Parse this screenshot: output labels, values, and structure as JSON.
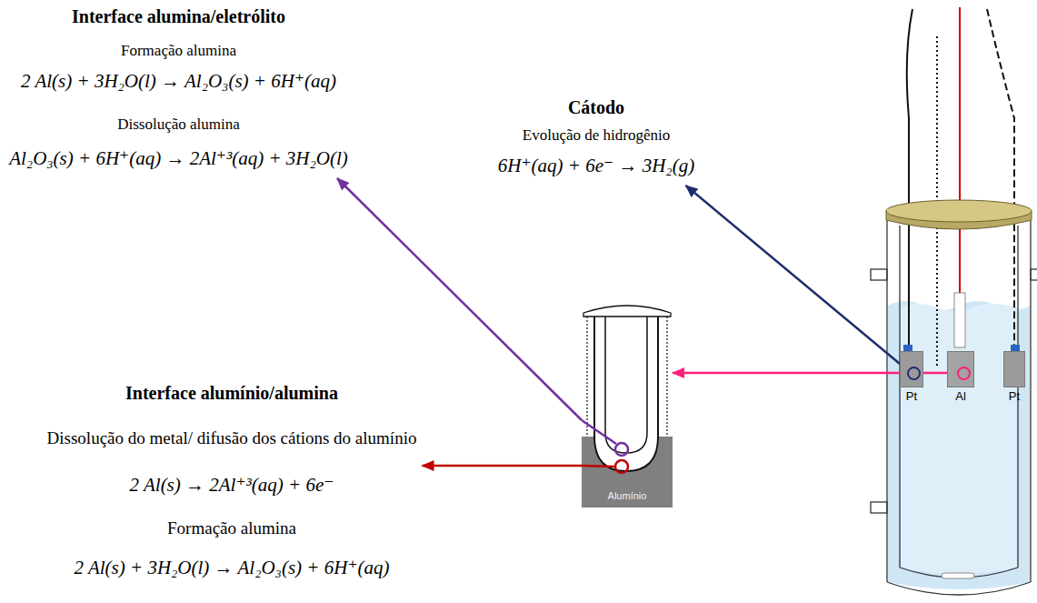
{
  "diagram": {
    "nodes": [
      {
        "text": [
          "Interface alumina/eletrólito",
          "Formação alumina",
          "2 Al(s) + 3H₂O(l) → Al₂O₃(s) + 6H⁺(aq)",
          "Dissolução alumina",
          "Al₂O₃(s) + 6H⁺(aq) → 2Al⁺³(aq) + 3H₂O(l)"
        ]
      },
      {
        "text": [
          "Cátodo",
          "Evolução de hidrogênio",
          "6H⁺(aq) + 6e⁻ → 3H₂(g)"
        ]
      },
      {
        "text": [
          "Pt"
        ]
      },
      {
        "text": [
          "Al"
        ]
      },
      {
        "text": [
          "Pt"
        ]
      },
      {
        "text": [
          "Alumínio"
        ]
      },
      {
        "text": [
          "Interface alumínio/alumina",
          "Dissolução do metal/ difusão dos cátions do alumínio",
          "2 Al(s) → 2Al⁺³(aq) + 6e⁻",
          "Formação alumina",
          "2 Al(s) + 3H₂O(l) → Al₂O₃(s) + 6H⁺(aq)"
        ]
      }
    ],
    "edges": [
      {
        "from": 5,
        "to": 0,
        "arrow": "to"
      },
      {
        "from": 2,
        "to": 1,
        "arrow": "to"
      },
      {
        "from": 3,
        "to": 5,
        "arrow": "to"
      },
      {
        "from": 5,
        "to": 6,
        "arrow": "to"
      }
    ]
  }
}
